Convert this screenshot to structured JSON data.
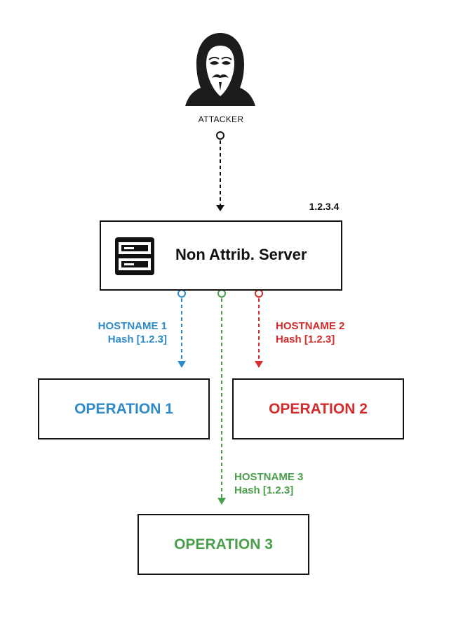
{
  "attacker": {
    "label": "ATTACKER",
    "icon": "hooded-masked-attacker-icon"
  },
  "server": {
    "ip": "1.2.3.4",
    "label": "Non Attrib. Server",
    "icon": "server-rack-icon"
  },
  "connections": [
    {
      "hostname": "HOSTNAME 1",
      "hash": "Hash [1.2.3]",
      "color": "#2e8bc8"
    },
    {
      "hostname": "HOSTNAME 2",
      "hash": "Hash [1.2.3]",
      "color": "#d42b2b"
    },
    {
      "hostname": "HOSTNAME 3",
      "hash": "Hash [1.2.3]",
      "color": "#4b9e4b"
    }
  ],
  "operations": [
    {
      "label": "OPERATION 1",
      "color": "#2e8bc8"
    },
    {
      "label": "OPERATION 2",
      "color": "#d42b2b"
    },
    {
      "label": "OPERATION 3",
      "color": "#4b9e4b"
    }
  ]
}
